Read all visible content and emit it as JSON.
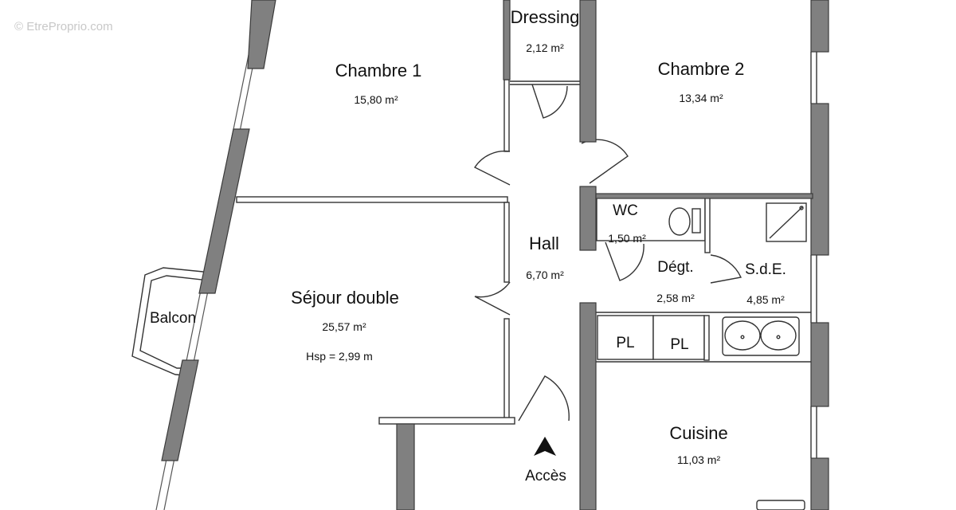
{
  "watermark": "© EtreProprio.com",
  "rooms": {
    "chambre1": {
      "name": "Chambre 1",
      "area": "15,80 m²"
    },
    "dressing": {
      "name": "Dressing",
      "area": "2,12 m²"
    },
    "chambre2": {
      "name": "Chambre 2",
      "area": "13,34 m²"
    },
    "wc": {
      "name": "WC",
      "area": "1,50 m²"
    },
    "hall": {
      "name": "Hall",
      "area": "6,70 m²"
    },
    "degt": {
      "name": "Dégt.",
      "area": "2,58 m²"
    },
    "sde": {
      "name": "S.d.E.",
      "area": "4,85 m²"
    },
    "sejour": {
      "name": "Séjour double",
      "area": "25,57 m²",
      "height": "Hsp = 2,99 m"
    },
    "balcon": {
      "name": "Balcon"
    },
    "pl1": {
      "name": "PL"
    },
    "pl2": {
      "name": "PL"
    },
    "cuisine": {
      "name": "Cuisine",
      "area": "11,03 m²"
    }
  },
  "access": {
    "label": "Accès"
  },
  "colors": {
    "wall": "#808080",
    "wall_edge": "#3a3a3a",
    "line": "#333333"
  }
}
